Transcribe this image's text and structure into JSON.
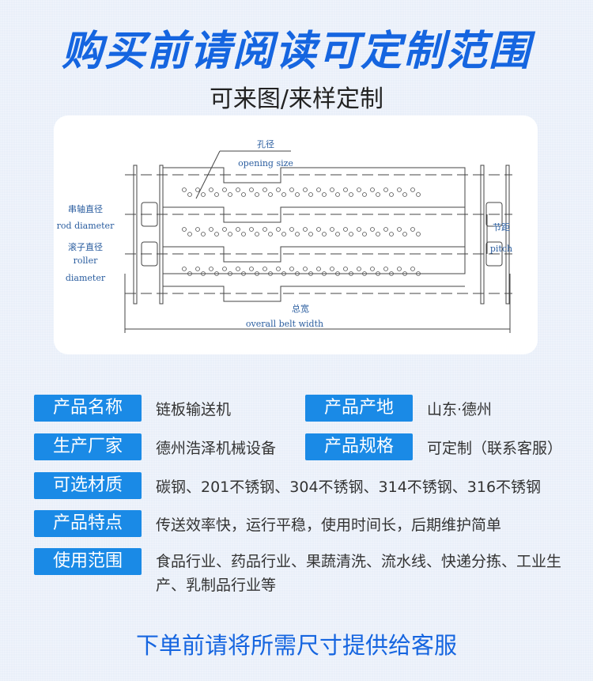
{
  "header": {
    "title": "购买前请阅读可定制范围",
    "subtitle": "可来图/来样定制"
  },
  "diagram": {
    "opening_size_cn": "孔径",
    "opening_size_en": "opening size",
    "rod_diameter_cn": "串轴直径",
    "rod_diameter_en": "rod diameter",
    "roller_diameter_cn": "滚子直径",
    "roller_diameter_en_1": "roller",
    "roller_diameter_en_2": "diameter",
    "pitch_cn": "节距",
    "pitch_en": "pitch",
    "overall_width_cn": "总宽",
    "overall_width_en": "overall belt width"
  },
  "specs": [
    {
      "label": "产品名称",
      "value": "链板输送机"
    },
    {
      "label": "产品产地",
      "value": "山东·德州"
    },
    {
      "label": "生产厂家",
      "value": "德州浩泽机械设备"
    },
    {
      "label": "产品规格",
      "value": "可定制（联系客服）"
    },
    {
      "label": "可选材质",
      "value": "碳钢、201不锈钢、304不锈钢、314不锈钢、316不锈钢"
    },
    {
      "label": "产品特点",
      "value": "传送效率快，运行平稳，使用时间长，后期维护简单"
    },
    {
      "label": "使用范围",
      "value": "食品行业、药品行业、果蔬清洗、流水线、快递分拣、工业生产、乳制品行业等"
    }
  ],
  "footer": {
    "note": "下单前请将所需尺寸提供给客服"
  },
  "colors": {
    "accent": "#1565e0",
    "label_bg": "#1a8ae6",
    "background": "#e9eff9"
  }
}
